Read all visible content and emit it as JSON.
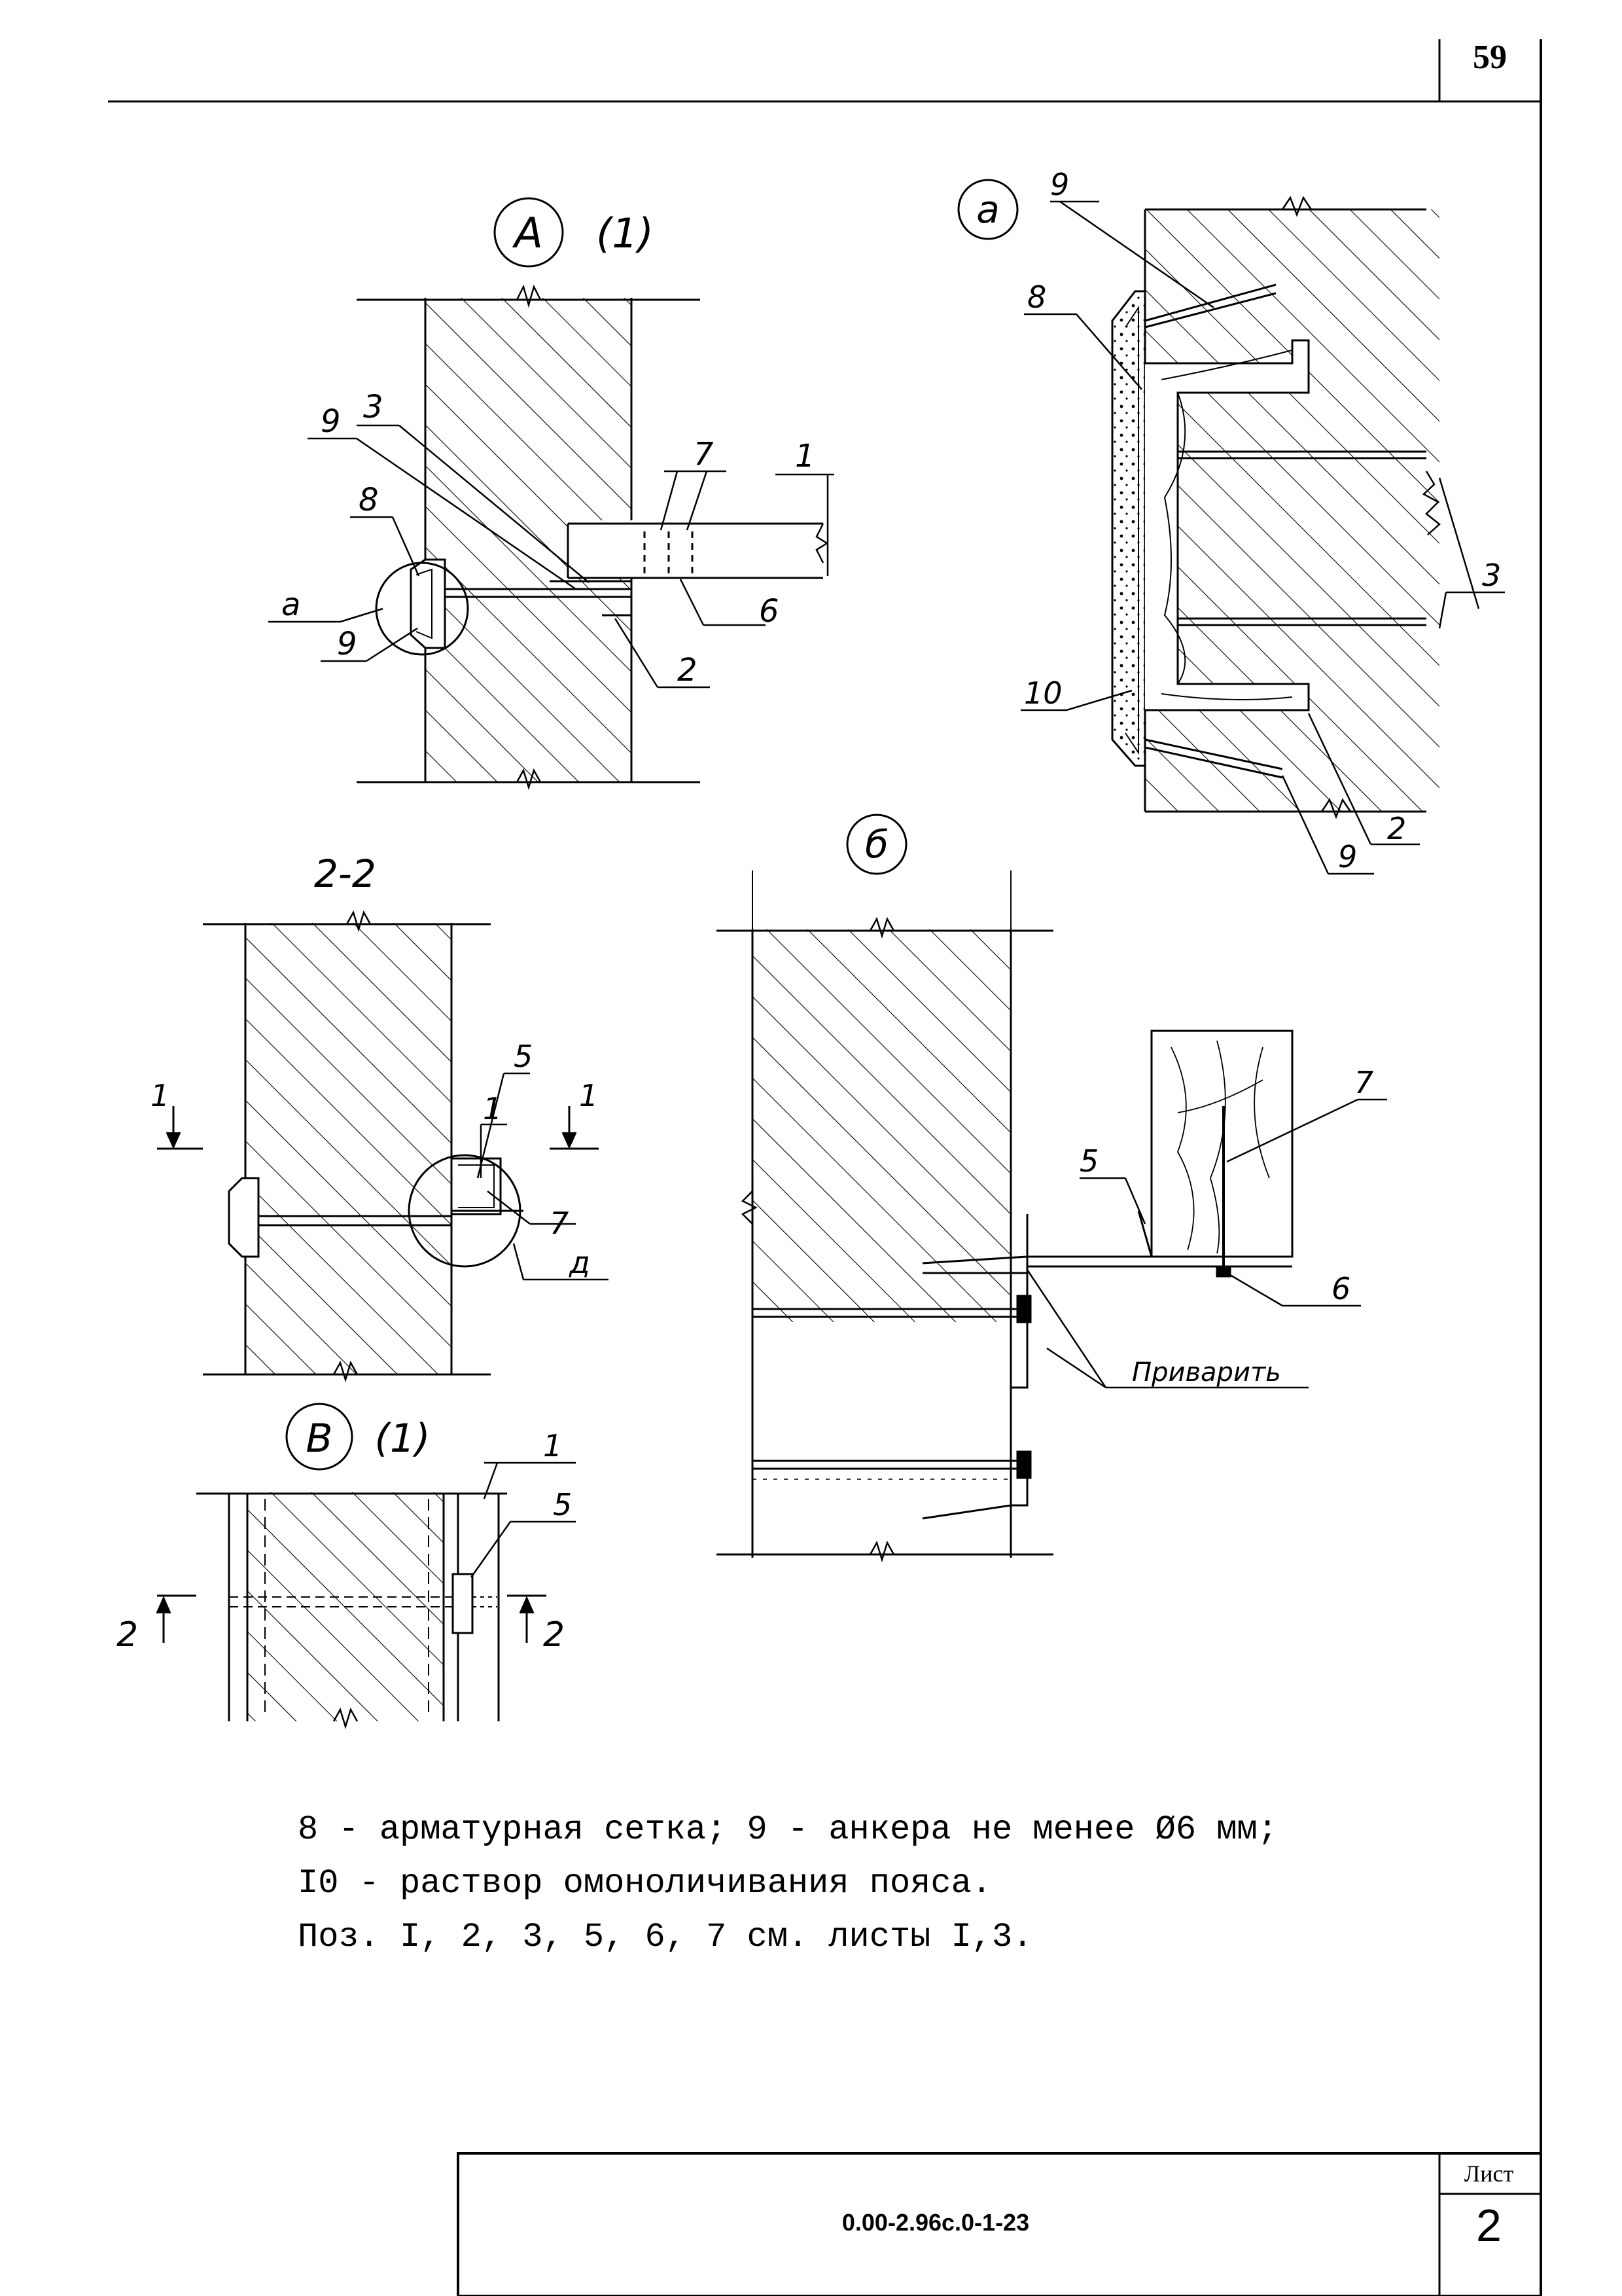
{
  "page_number": "59",
  "views": {
    "A": {
      "letter": "A",
      "ref": "(1)"
    },
    "a": {
      "letter": "a"
    },
    "section_2_2": {
      "label": "2-2"
    },
    "b": {
      "letter": "б"
    },
    "B": {
      "letter": "В",
      "ref": "(1)"
    }
  },
  "callouts": {
    "c1": "1",
    "c2": "2",
    "c3": "3",
    "c5": "5",
    "c6": "6",
    "c7": "7",
    "c8": "8",
    "c9": "9",
    "c10": "10",
    "ca": "а",
    "cd": "д",
    "cut1": "1",
    "cut2": "2"
  },
  "weld_label": "Приварить",
  "notes": {
    "line1": "8 - арматурная сетка; 9 - анкера не менее Ø6 мм;",
    "line2": "I0 - раствор омоноличивания пояса.",
    "line3": "Поз. I, 2, 3, 5, 6, 7 см. листы I,3."
  },
  "title_block": {
    "doc_number": "0.00-2.96с.0-1-23",
    "sheet_label": "Лист",
    "sheet_number": "2"
  }
}
